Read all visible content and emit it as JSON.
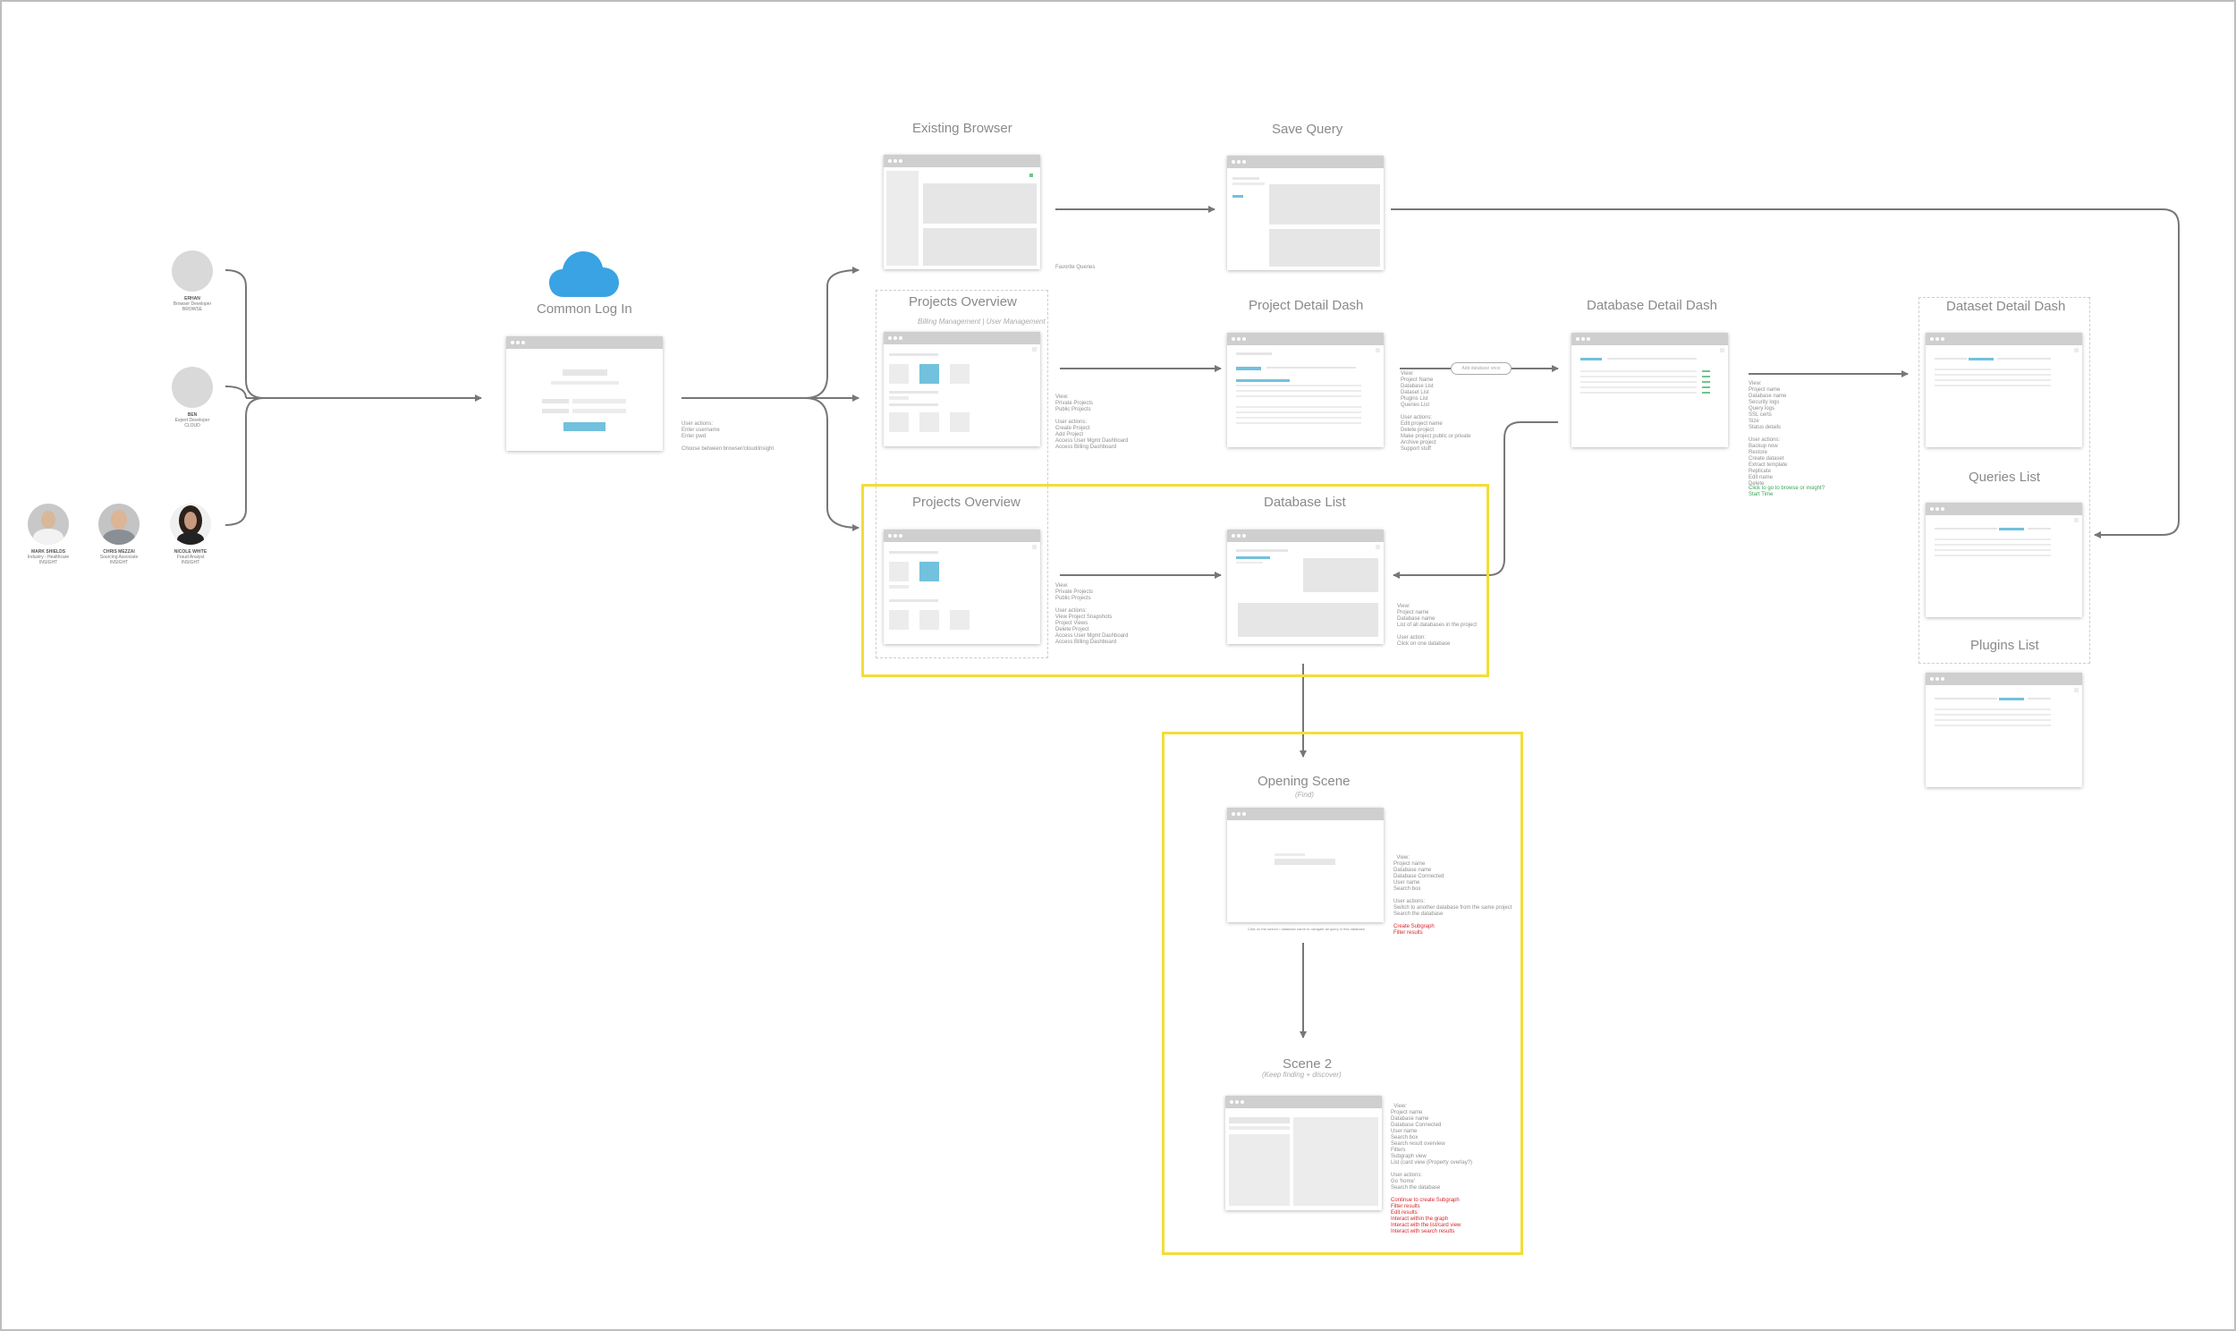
{
  "personas": [
    {
      "name": "ERHAN",
      "role": "Browser Developer",
      "team": "BROWSE"
    },
    {
      "name": "BEN",
      "role": "Expert Developer",
      "team": "CLOUD"
    },
    {
      "name": "MARK SHIELDS",
      "role": "Industry - Healthcare",
      "team": "INSIGHT"
    },
    {
      "name": "CHRIS MEZZAI",
      "role": "Sourcing Associate",
      "team": "INSIGHT"
    },
    {
      "name": "NICOLE WHITE",
      "role": "Fraud Analyst",
      "team": "INSIGHT"
    }
  ],
  "screens": {
    "common_login": {
      "title": "Common Log In"
    },
    "existing_browser": {
      "title": "Existing Browser"
    },
    "save_query": {
      "title": "Save Query"
    },
    "projects_overview_top": {
      "title": "Projects Overview",
      "subtitle": "Billing Management | User Management"
    },
    "project_detail_dash": {
      "title": "Project Detail Dash"
    },
    "database_detail_dash": {
      "title": "Database Detail Dash"
    },
    "dataset_detail_dash": {
      "title": "Dataset Detail Dash"
    },
    "queries_list": {
      "title": "Queries List"
    },
    "plugins_list": {
      "title": "Plugins List"
    },
    "projects_overview_bottom": {
      "title": "Projects Overview"
    },
    "database_list": {
      "title": "Database List"
    },
    "opening_scene": {
      "title": "Opening Scene",
      "subtitle": "(Find)"
    },
    "scene2": {
      "title": "Scene 2",
      "subtitle": "(Keep finding + discover)"
    }
  },
  "notes": {
    "login": "User actions:\nEnter username\nEnter pwd\n\nChoose between browser/cloud/insight",
    "favorite_queries": "Favorite Queries",
    "projects_top": "View:\nPrivate Projects\nPublic Projects\n\nUser actions:\nCreate Project\nAdd Project\nAccess User Mgmt Dashboard\nAccess Billing Dashboard",
    "project_detail": "View:\nProject Name\nDatabase List\nDataset List\nPlugins List\nQueries List\n\nUser actions:\nEdit project name\nDelete project\nMake project public or private\nArchive project\nSupport stuff",
    "add_db_pill": "Add database once",
    "database_detail": "View:\nProject name\nDatabase name\nSecurity logs\nQuery logs\nSSL certs\nSize\nStatus details\n\nUser actions:\nBackup now\nRestore\nCreate dataset\nExtract template\nReplicate\nEdit name\nDelete",
    "database_detail_green": "Click to go to browse or insight?\nStart Time",
    "projects_bottom": "View:\nPrivate Projects\nPublic Projects\n\nUser actions:\nView Project Snapshots\nProject Views\nDelete Project\nAccess User Mgmt Dashboard\nAccess Billing Dashboard",
    "database_list": "View:\nProject name\nDatabase name\nList of all databases in the project\n\nUser action:\nClick on one database",
    "opening_scene": "View:\nProject name\nDatabase name\nDatabase Connected\nUser name\nSearch box\n\nUser actions:\nSwitch to another database from the same project\nSearch the database",
    "opening_scene_red": "Create Subgraph\nFilter results",
    "opening_scene_caption": "Click on the search / database name to navigate all query in this database",
    "scene2": "View:\nProject name\nDatabase name\nDatabase Connected\nUser name\nSearch box\nSearch result overview\nFilters\nSubgraph view\nList (card view (Property overlay?)\n\nUser actions:\nGo 'home'\nSearch the database",
    "scene2_red": "Continue to create Subgraph\nFilter results\nEdit results\nInteract within the graph\nInteract with the list/card view\nInteract with search results"
  },
  "colors": {
    "accent_blue": "#72c1dd",
    "highlight_yellow": "#f3dd38",
    "warn_red": "#d8262b",
    "ok_green": "#3aa655",
    "cloud_blue": "#3aa3e3"
  }
}
